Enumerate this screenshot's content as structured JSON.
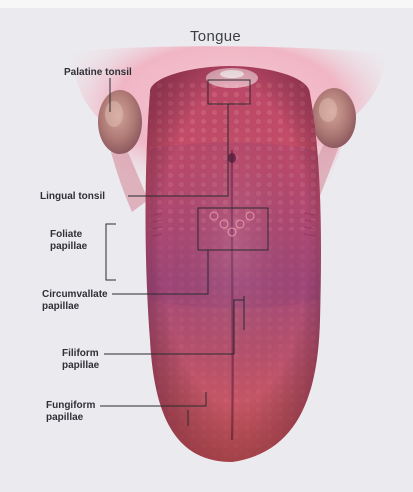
{
  "diagram": {
    "title": "Tongue",
    "labels": {
      "palatine_tonsil": "Palatine tonsil",
      "lingual_tonsil": "Lingual tonsil",
      "foliate_papillae": "Foliate\npapillae",
      "circumvallate_papillae": "Circumvallate\npapillae",
      "filiform_papillae": "Filiform\npapillae",
      "fungiform_papillae": "Fungiform\npapillae"
    },
    "colors": {
      "background": "#ebeaee",
      "tongue_base": "#c2476a",
      "tongue_tip": "#d2555c",
      "tonsil": "#b7807a",
      "throat_glow": "#f3b8c6",
      "leader_line": "#2b2b30"
    }
  }
}
